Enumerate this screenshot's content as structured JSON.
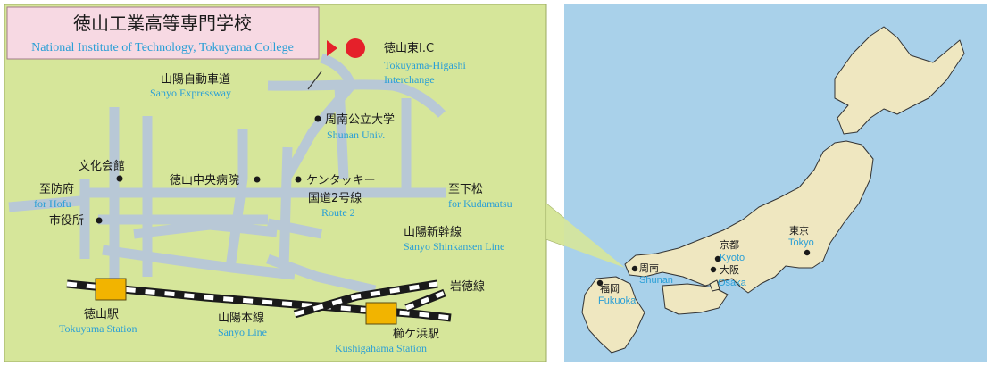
{
  "title": {
    "jp": "徳山工業高等専門学校",
    "en": "National Institute of  Technology, Tokuyama College"
  },
  "landmarks": {
    "ic": {
      "jp": "徳山東I.C",
      "en1": "Tokuyama-Higashi",
      "en2": "Interchange"
    },
    "expressway": {
      "jp": "山陽自動車道",
      "en": "Sanyo Expressway"
    },
    "univ": {
      "jp": "周南公立大学",
      "en": "Shunan Univ."
    },
    "bunka": {
      "jp": "文化会館"
    },
    "hospital": {
      "jp": "徳山中央病院"
    },
    "kfc": {
      "jp": "ケンタッキー"
    },
    "route2": {
      "jp": "国道2号線",
      "en": "Route 2"
    },
    "hofu": {
      "jp": "至防府",
      "en": "for Hofu"
    },
    "cityhall": {
      "jp": "市役所"
    },
    "kudamatsu": {
      "jp": "至下松",
      "en": "for Kudamatsu"
    },
    "shinkansen": {
      "jp": "山陽新幹線",
      "en": "Sanyo Shinkansen Line"
    },
    "gantoku": {
      "jp": "岩徳線"
    },
    "tokuyama_st": {
      "jp": "徳山駅",
      "en": "Tokuyama Station"
    },
    "sanyo_line": {
      "jp": "山陽本線",
      "en": "Sanyo Line"
    },
    "kushigahama": {
      "jp": "櫛ケ浜駅",
      "en": "Kushigahama Station"
    }
  },
  "japan": {
    "tokyo": {
      "jp": "東京",
      "en": "Tokyo"
    },
    "kyoto": {
      "jp": "京都",
      "en": "Kyoto"
    },
    "osaka": {
      "jp": "大阪",
      "en": "Osaka"
    },
    "shunan": {
      "jp": "周南",
      "en": "Shunan"
    },
    "fukuoka": {
      "jp": "福岡",
      "en": "Fukuoka"
    }
  },
  "colors": {
    "map_bg": "#d6e69a",
    "road": "#b8c8d6",
    "sea": "#a9d1ea",
    "land": "#efe7c0",
    "marker": "#e5202a",
    "title_bg": "#f7d9e3",
    "station": "#f2b400"
  }
}
